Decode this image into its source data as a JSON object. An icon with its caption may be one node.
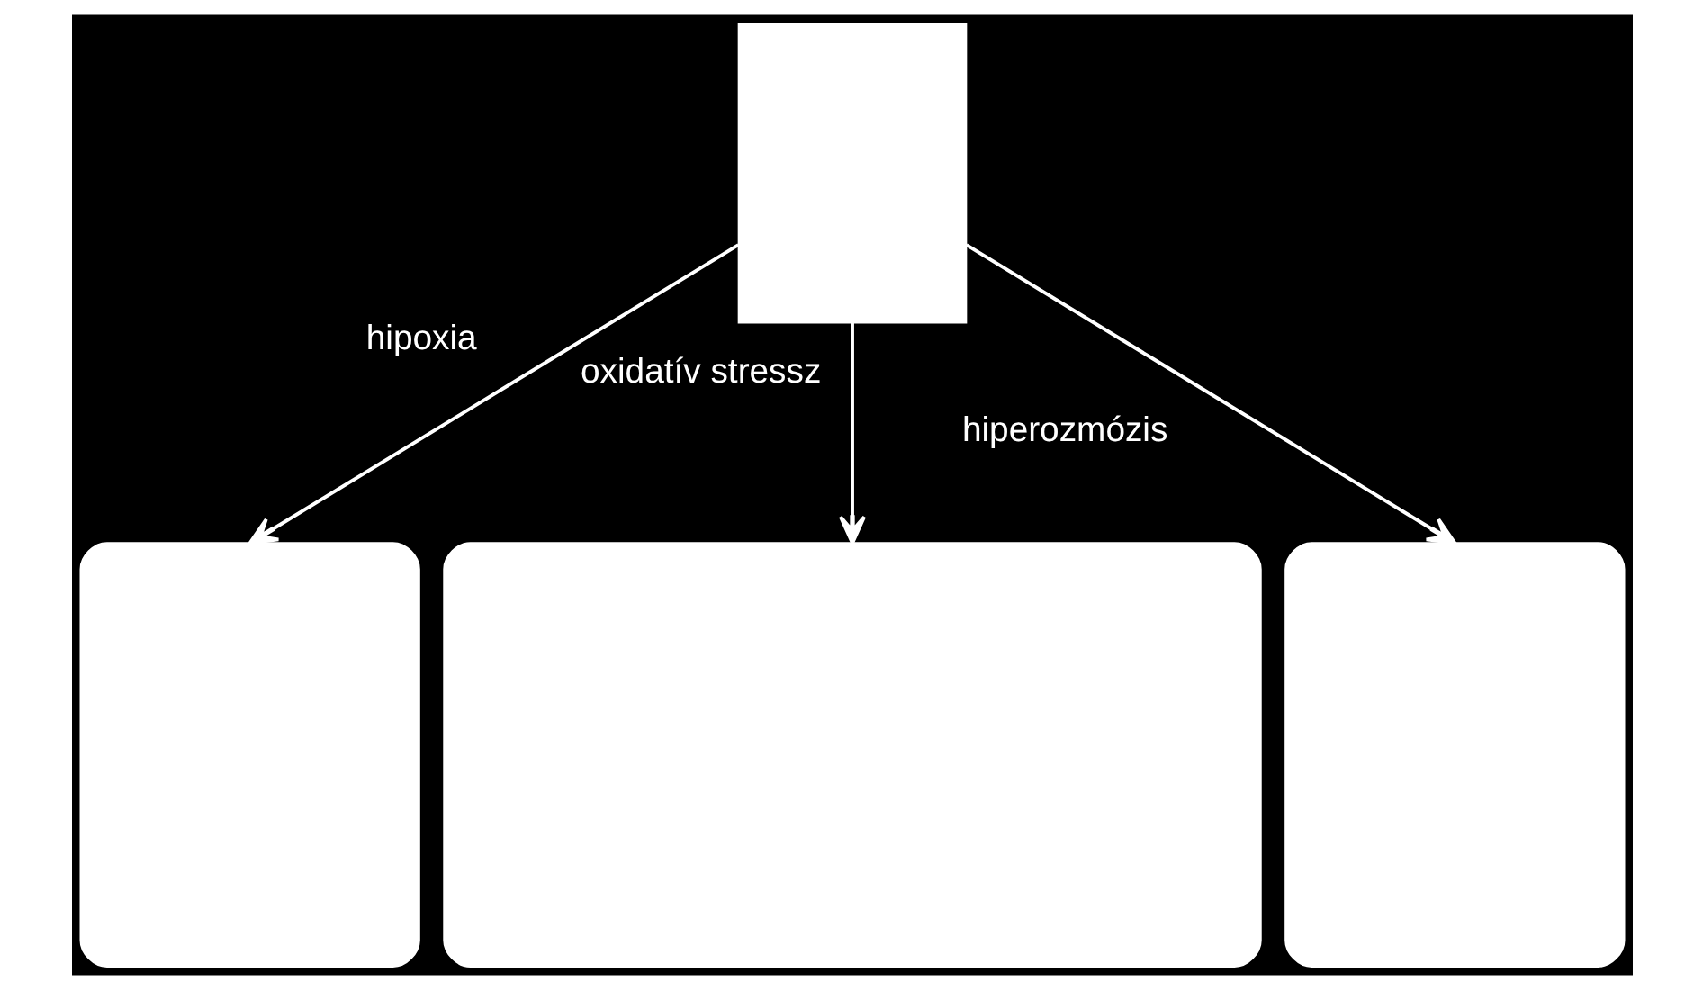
{
  "diagram": {
    "nodes": [
      {
        "text": [],
        "shape": "box"
      },
      {
        "text": [],
        "shape": "box"
      },
      {
        "text": [],
        "shape": "box"
      },
      {
        "text": [],
        "shape": "box"
      }
    ],
    "edges": [
      {
        "from": 0,
        "to": 1,
        "arrow": "to",
        "label": "hipoxia"
      },
      {
        "from": 0,
        "to": 2,
        "arrow": "to",
        "label": "oxidatív stressz"
      },
      {
        "from": 0,
        "to": 3,
        "arrow": "to",
        "label": "hiperozmózis"
      }
    ]
  }
}
